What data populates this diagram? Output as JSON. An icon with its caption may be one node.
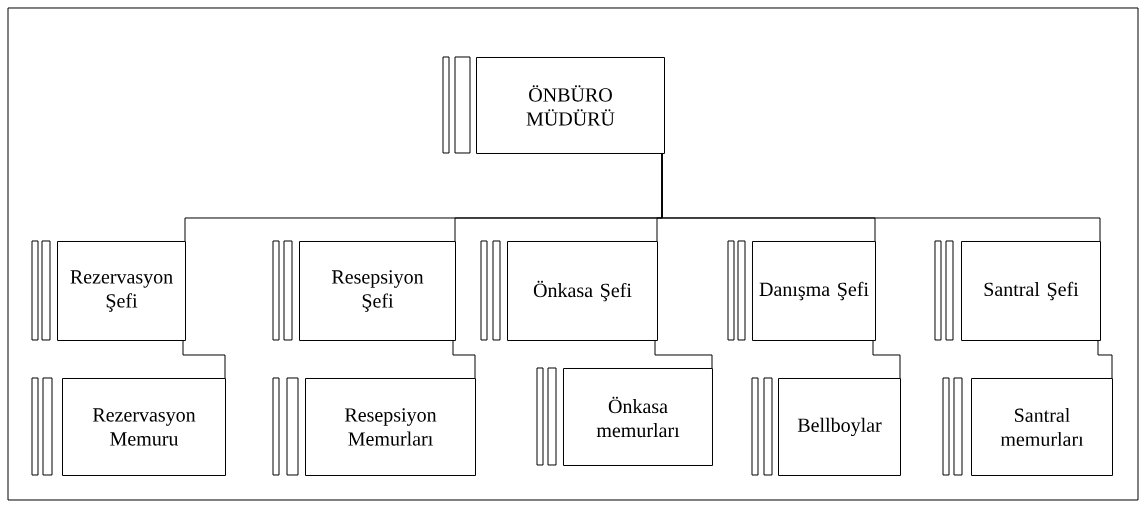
{
  "diagram": {
    "nodes": [
      {
        "text": [
          "ÖNBÜRO MÜDÜRÜ"
        ]
      },
      {
        "text": [
          "Rezervasyon Şefi"
        ]
      },
      {
        "text": [
          "Resepsiyon Şefi"
        ]
      },
      {
        "text": [
          "Önkasa Şefi"
        ]
      },
      {
        "text": [
          "Danışma Şefi"
        ]
      },
      {
        "text": [
          "Santral Şefi"
        ]
      },
      {
        "text": [
          "Rezervasyon Memuru"
        ]
      },
      {
        "text": [
          "Resepsiyon Memurları"
        ]
      },
      {
        "text": [
          "Önkasa memurları"
        ]
      },
      {
        "text": [
          "Bellboylar"
        ]
      },
      {
        "text": [
          "Santral memurları"
        ]
      }
    ],
    "edges": [
      {
        "from": 0,
        "to": 1,
        "arrow": "none"
      },
      {
        "from": 0,
        "to": 2,
        "arrow": "none"
      },
      {
        "from": 0,
        "to": 3,
        "arrow": "none"
      },
      {
        "from": 0,
        "to": 4,
        "arrow": "none"
      },
      {
        "from": 0,
        "to": 5,
        "arrow": "none"
      },
      {
        "from": 1,
        "to": 6,
        "arrow": "none"
      },
      {
        "from": 2,
        "to": 7,
        "arrow": "none"
      },
      {
        "from": 3,
        "to": 8,
        "arrow": "none"
      },
      {
        "from": 4,
        "to": 9,
        "arrow": "none"
      },
      {
        "from": 5,
        "to": 10,
        "arrow": "none"
      }
    ]
  }
}
